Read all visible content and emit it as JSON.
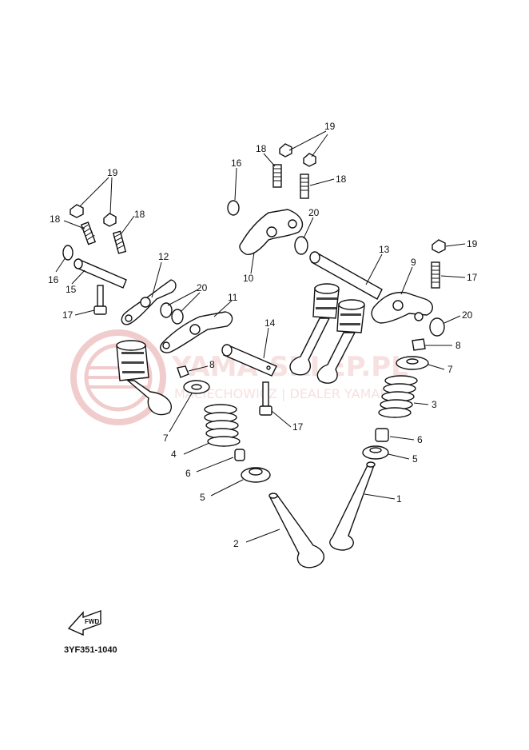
{
  "watermark": {
    "brand": "YAMA-SKLEP.PL",
    "tagline": "MACIECHOWICZ | DEALER YAMAHA",
    "color": "#e6a3a3"
  },
  "diagram": {
    "code": "3YF351-1040",
    "fwd_label": "FWD",
    "callouts": [
      "1",
      "2",
      "3",
      "4",
      "5",
      "5",
      "6",
      "6",
      "7",
      "7",
      "8",
      "8",
      "9",
      "10",
      "11",
      "12",
      "13",
      "14",
      "15",
      "16",
      "16",
      "17",
      "17",
      "17",
      "18",
      "18",
      "18",
      "18",
      "19",
      "19",
      "19",
      "20",
      "20",
      "20"
    ]
  }
}
